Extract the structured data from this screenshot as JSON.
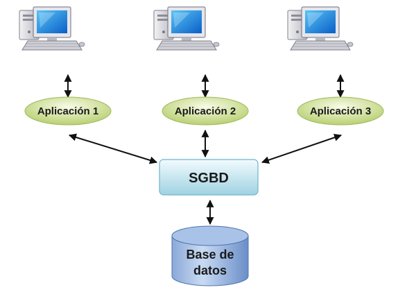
{
  "applications": [
    {
      "label": "Aplicación 1"
    },
    {
      "label": "Aplicación 2"
    },
    {
      "label": "Aplicación 3"
    }
  ],
  "sgbd": {
    "label": "SGBD"
  },
  "database": {
    "line1": "Base de",
    "line2": "datos"
  },
  "icons": {
    "computer": "desktop-computer-icon",
    "database": "database-cylinder-icon"
  },
  "colors": {
    "ellipse_light": "#f3f8d6",
    "ellipse_dark": "#b7cf70",
    "sgbd_light": "#e9f7fb",
    "sgbd_dark": "#9fd2e2",
    "db_light": "#c5d7f1",
    "db_dark": "#5e84bf",
    "arrow": "#111111"
  }
}
